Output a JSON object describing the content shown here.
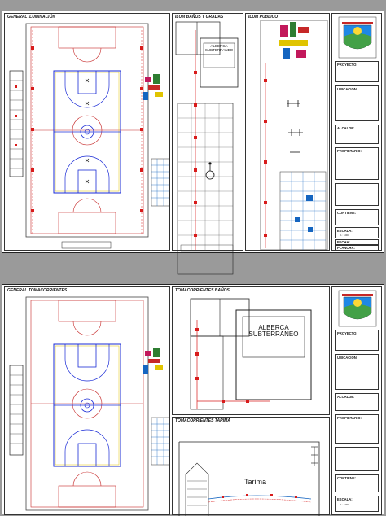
{
  "sheet1": {
    "panel_general": {
      "title": "GENERAL ILUMINACIÓN"
    },
    "panel_banos": {
      "title": "ILUM BAÑOS Y GRADAS",
      "pool_line1": "ALBERCA",
      "pool_line2": "SUBTERRANEO"
    },
    "panel_publico": {
      "title": "ILUM PUBLICO"
    }
  },
  "sheet2": {
    "panel_general": {
      "title": "GENERAL TOMACORRIENTES"
    },
    "panel_banos": {
      "title": "TOMACORRIENTES BAÑOS",
      "pool_line1": "ALBERCA",
      "pool_line2": "SUBTERRANEO"
    },
    "panel_tarima": {
      "title": "TOMACORRIENTES TARIMA",
      "stage_label": "Tarima"
    }
  },
  "title_block": {
    "fields": [
      {
        "label": "PROYECTO:"
      },
      {
        "label": "UBICACION:"
      },
      {
        "label": "ALCALDE:"
      },
      {
        "label": "PROPIETARIO:"
      },
      {
        "label": "CONTIENE:"
      },
      {
        "label": "ESCALA:",
        "value": "1 : 1000"
      },
      {
        "label": "FECHA:"
      },
      {
        "label": "PLANCHA:"
      }
    ]
  },
  "colors": {
    "court_blue": "#1a2bd6",
    "court_red": "#c62828",
    "court_yellow": "#e0c400",
    "circuit_red": "#d81b1b",
    "tile_blue": "#1565c0",
    "playground_magenta": "#c2185b",
    "playground_green": "#2e7d32",
    "wall": "#222222"
  },
  "icons": [
    "municipal-shield-icon",
    "wheelchair-icon",
    "bench-icon",
    "playground-icon"
  ]
}
